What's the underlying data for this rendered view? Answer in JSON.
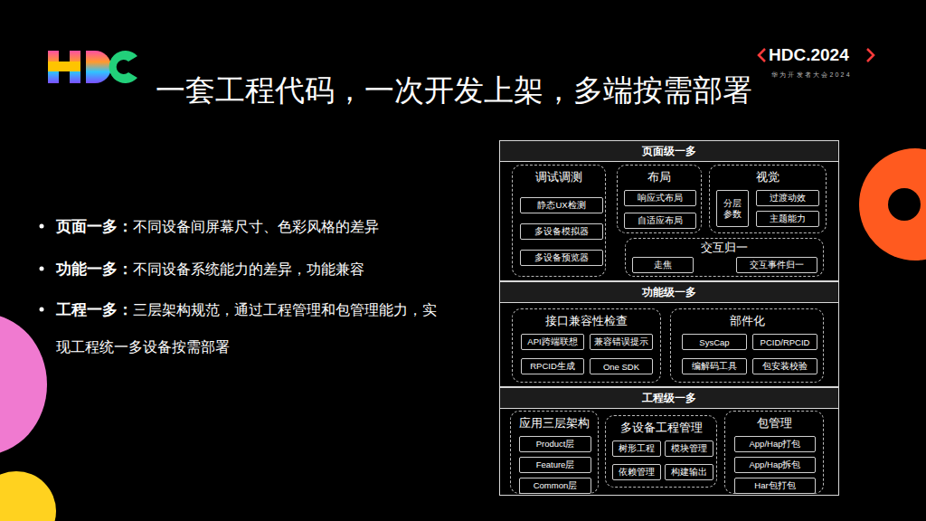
{
  "diagram": {
    "title": "一套工程代码，一次开发上架，多端按需部署",
    "nodes": [
      {
        "text": [
          "页面级一多"
        ]
      },
      {
        "text": [
          "调试调测"
        ],
        "in": 0
      },
      {
        "text": [
          "静态UX检测"
        ],
        "in": 1
      },
      {
        "text": [
          "多设备模拟器"
        ],
        "in": 1
      },
      {
        "text": [
          "多设备预览器"
        ],
        "in": 1
      },
      {
        "text": [
          "布局"
        ],
        "in": 0
      },
      {
        "text": [
          "响应式布局"
        ],
        "in": 5
      },
      {
        "text": [
          "自适应布局"
        ],
        "in": 5
      },
      {
        "text": [
          "视觉"
        ],
        "in": 0
      },
      {
        "text": [
          "分层参数"
        ],
        "in": 8
      },
      {
        "text": [
          "过渡动效"
        ],
        "in": 8
      },
      {
        "text": [
          "主题能力"
        ],
        "in": 8
      },
      {
        "text": [
          "交互归一"
        ],
        "in": 0
      },
      {
        "text": [
          "走焦"
        ],
        "in": 12
      },
      {
        "text": [
          "交互事件归一"
        ],
        "in": 12
      },
      {
        "text": [
          "功能级一多"
        ]
      },
      {
        "text": [
          "接口兼容性检查"
        ],
        "in": 15
      },
      {
        "text": [
          "API跨端联想"
        ],
        "in": 16
      },
      {
        "text": [
          "兼容错误提示"
        ],
        "in": 16
      },
      {
        "text": [
          "RPCID生成"
        ],
        "in": 16
      },
      {
        "text": [
          "One SDK"
        ],
        "in": 16
      },
      {
        "text": [
          "部件化"
        ],
        "in": 15
      },
      {
        "text": [
          "SysCap"
        ],
        "in": 21
      },
      {
        "text": [
          "PCID/RPCID"
        ],
        "in": 21
      },
      {
        "text": [
          "编解码工具"
        ],
        "in": 21
      },
      {
        "text": [
          "包安装校验"
        ],
        "in": 21
      },
      {
        "text": [
          "工程级一多"
        ]
      },
      {
        "text": [
          "应用三层架构"
        ],
        "in": 26
      },
      {
        "text": [
          "Product层"
        ],
        "in": 27
      },
      {
        "text": [
          "Feature层"
        ],
        "in": 27
      },
      {
        "text": [
          "Common层"
        ],
        "in": 27
      },
      {
        "text": [
          "多设备工程管理"
        ],
        "in": 26
      },
      {
        "text": [
          "树形工程"
        ],
        "in": 31
      },
      {
        "text": [
          "模块管理"
        ],
        "in": 31
      },
      {
        "text": [
          "依赖管理"
        ],
        "in": 31
      },
      {
        "text": [
          "构建输出"
        ],
        "in": 31
      },
      {
        "text": [
          "包管理"
        ],
        "in": 26
      },
      {
        "text": [
          "App/Hap打包"
        ],
        "in": 36
      },
      {
        "text": [
          "App/Hap拆包"
        ],
        "in": 36
      },
      {
        "text": [
          "Har包打包"
        ],
        "in": 36
      }
    ],
    "labels": [
      "HDC.2024",
      "华为开发者大会2024",
      "页面一多：",
      "不同设备间屏幕尺寸、色彩风格的差异",
      "功能一多：",
      "不同设备系统能力的差异，功能兼容",
      "工程一多：",
      "三层架构规范，通过工程管理和包管理能力，实现工程统一多设备按需部署"
    ]
  }
}
